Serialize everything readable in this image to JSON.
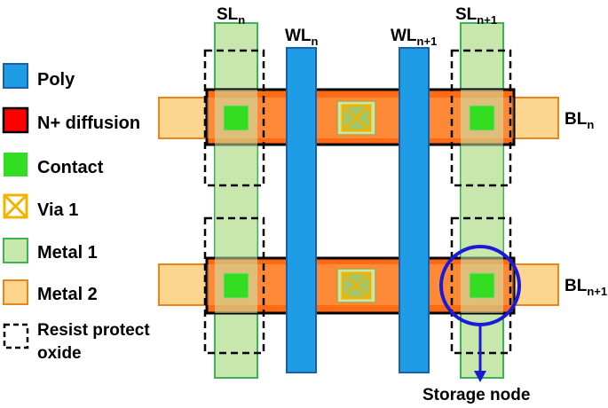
{
  "legend": {
    "items": [
      {
        "key": "poly",
        "label": "Poly",
        "fill": "#1e9ce6",
        "stroke": "#1c5fa8"
      },
      {
        "key": "n-diffusion",
        "label": "N+ diffusion",
        "fill": "#ff0000",
        "stroke": "#000000"
      },
      {
        "key": "contact",
        "label": "Contact",
        "fill": "#33dd22",
        "stroke": "#33dd22"
      },
      {
        "key": "via1",
        "label": "Via 1",
        "fill": "#ffffff",
        "stroke": "#f0b400"
      },
      {
        "key": "metal1",
        "label": "Metal 1",
        "fill": "#c7e7ad",
        "stroke": "#3cb454"
      },
      {
        "key": "metal2",
        "label": "Metal 2",
        "fill": "#fcd58f",
        "stroke": "#e8861e"
      },
      {
        "key": "rpo",
        "label": "Resist protect",
        "label_line2": "oxide",
        "fill": "#ffffff",
        "stroke": "#000000"
      }
    ]
  },
  "labels": {
    "sl_n": {
      "main": "SL",
      "sub": "n"
    },
    "sl_n1": {
      "main": "SL",
      "sub": "n+1"
    },
    "wl_n": {
      "main": "WL",
      "sub": "n"
    },
    "wl_n1": {
      "main": "WL",
      "sub": "n+1"
    },
    "bl_n": {
      "main": "BL",
      "sub": "n"
    },
    "bl_n1": {
      "main": "BL",
      "sub": "n+1"
    },
    "storage_node": "Storage node"
  },
  "colors": {
    "diffusion_strip": "#ff6a14",
    "diffusion_outline": "#000000",
    "metal2_overlay": "#fcd58f",
    "highlight_circle": "#1b1bd6"
  }
}
